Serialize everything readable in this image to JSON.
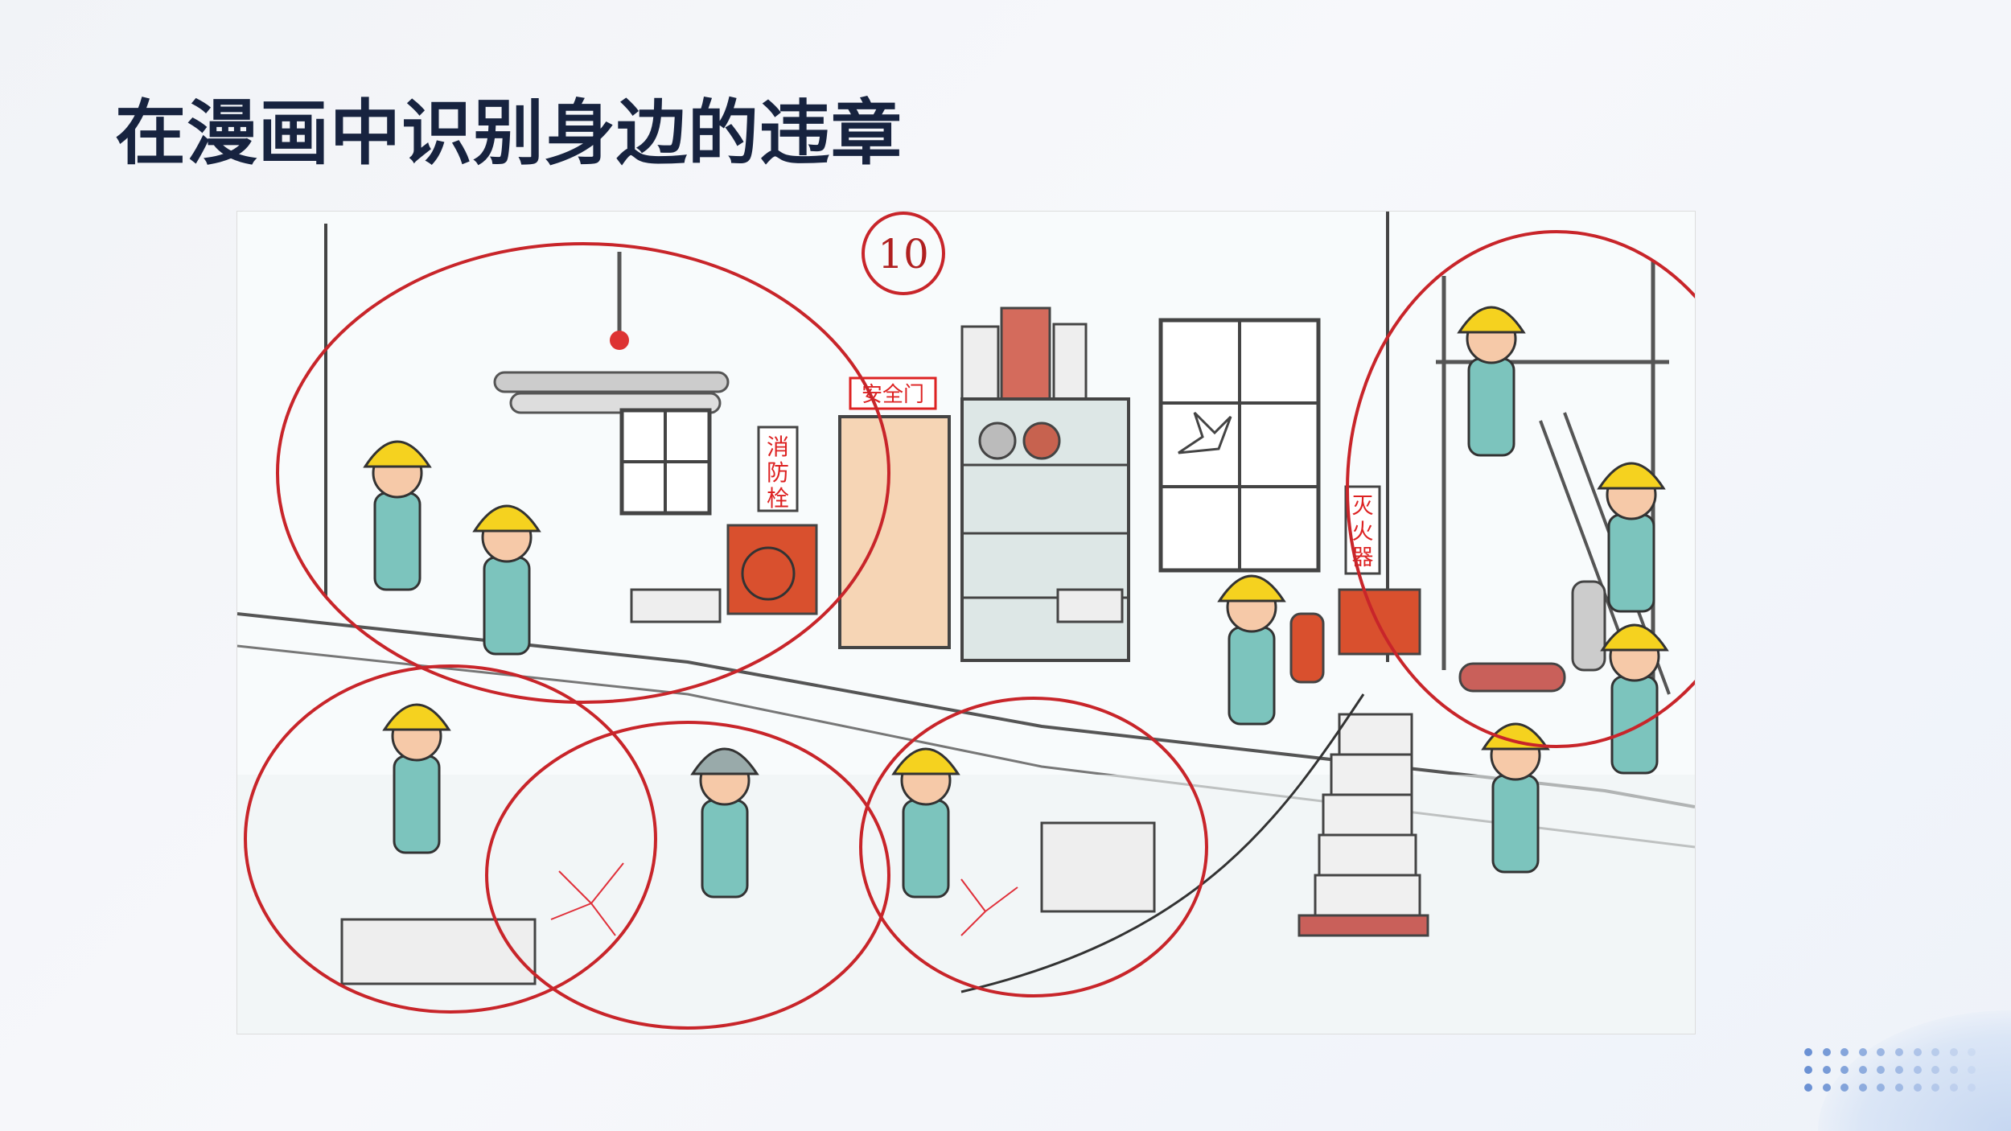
{
  "slide": {
    "title": "在漫画中识别身边的违章"
  },
  "cartoon": {
    "panel_number": "10",
    "signs": {
      "safety_door": "安全门",
      "fire_hydrant": [
        "消",
        "防",
        "栓"
      ],
      "fire_extinguisher": [
        "灭",
        "火",
        "器"
      ]
    },
    "colors": {
      "circle_red": "#c8252a",
      "helmet": "#f5d21f",
      "uniform": "#7cc4bd",
      "title": "#17233f",
      "dots": "#5c86cf"
    }
  }
}
